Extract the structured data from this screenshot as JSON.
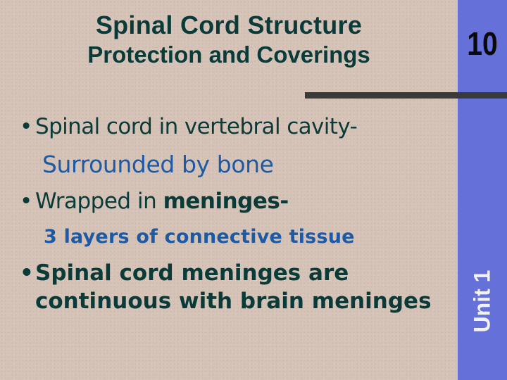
{
  "slide": {
    "title": "Spinal Cord Structure",
    "subtitle": "Protection and Coverings",
    "number": "10",
    "unit": "Unit 1"
  },
  "bullets": [
    {
      "text": "Spinal cord in vertebral cavity-",
      "sub": "Surrounded by bone"
    },
    {
      "text_plain": "Wrapped in ",
      "text_bold": "meninges-",
      "sub": "3 layers of connective tissue"
    },
    {
      "line1": "Spinal cord meninges  are",
      "line2": "continuous with brain meninges"
    }
  ],
  "colors": {
    "background": "#d6c3b8",
    "title_text": "#0a3b39",
    "sub_text": "#1c5aa6",
    "side_bar": "#6670d9",
    "rule": "#3a3a3a"
  }
}
